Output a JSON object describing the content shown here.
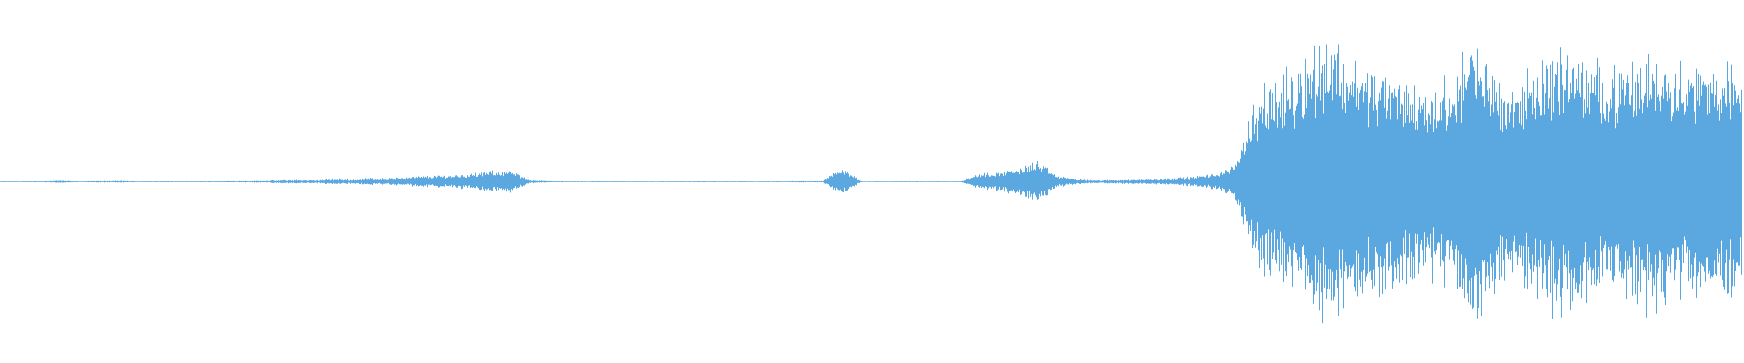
{
  "waveform": {
    "color": "#5ba8e0",
    "background": "#ffffff",
    "amplitude_envelope": [
      0.004,
      0.004,
      0.005,
      0.009,
      0.004,
      0.006,
      0.008,
      0.004,
      0.005,
      0.004,
      0.004,
      0.005,
      0.006,
      0.007,
      0.009,
      0.012,
      0.01,
      0.016,
      0.014,
      0.02,
      0.018,
      0.026,
      0.03,
      0.034,
      0.04,
      0.055,
      0.06,
      0.012,
      0.006,
      0.004,
      0.004,
      0.005,
      0.004,
      0.004,
      0.004,
      0.004,
      0.005,
      0.004,
      0.004,
      0.004,
      0.004,
      0.006,
      0.005,
      0.07,
      0.004,
      0.004,
      0.004,
      0.004,
      0.004,
      0.004,
      0.04,
      0.05,
      0.07,
      0.11,
      0.03,
      0.015,
      0.01,
      0.012,
      0.014,
      0.016,
      0.02,
      0.026,
      0.04,
      0.08,
      0.42,
      0.52,
      0.58,
      0.72,
      0.76,
      0.68,
      0.6,
      0.58,
      0.52,
      0.48,
      0.54,
      0.76,
      0.64,
      0.5,
      0.56,
      0.66,
      0.7,
      0.64,
      0.62,
      0.6,
      0.66,
      0.68,
      0.62,
      0.6,
      0.64,
      0.56
    ]
  }
}
